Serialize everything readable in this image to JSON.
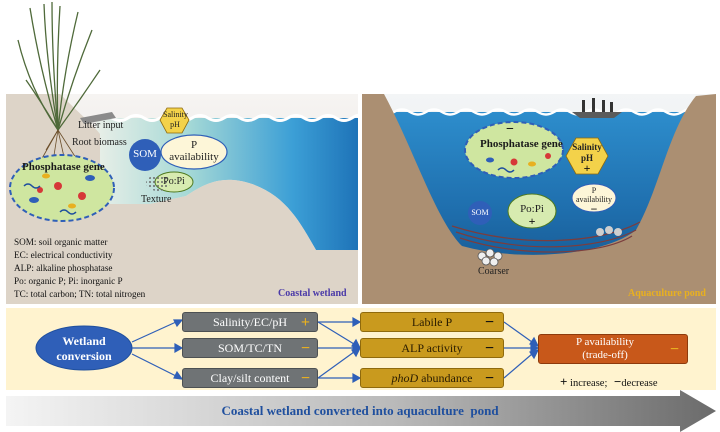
{
  "left_panel": {
    "label": "Coastal wetland",
    "litter_input": "Litter input",
    "root_biomass": "Root biomass",
    "salinity": "Salinity",
    "ph": "pH",
    "som": "SOM",
    "p_availability": [
      "P",
      "availability"
    ],
    "phosphatase_gene": "Phosphatase gene",
    "po_pi": "Po:Pi",
    "texture": "Texture",
    "abbreviations": [
      "SOM: soil organic matter",
      "EC: electrical conductivity",
      "ALP: alkaline phosphatase",
      "Po: organic P; Pi: inorganic P",
      "TC: total carbon; TN: total nitrogen"
    ]
  },
  "right_panel": {
    "label": "Aquaculture pond",
    "phosphatase_gene": "Phosphatase gene",
    "phosphatase_sign": "−",
    "salinity": "Salinity",
    "ph": "pH",
    "salinity_sign": "+",
    "som": "SOM",
    "po_pi": "Po:Pi",
    "po_pi_sign": "+",
    "p_availability": [
      "P",
      "availability"
    ],
    "p_sign": "−",
    "coarser": "Coarser"
  },
  "flow": {
    "start": [
      "Wetland",
      "conversion"
    ],
    "factors": [
      {
        "label": "Salinity/EC/pH",
        "sign": "+"
      },
      {
        "label": "SOM/TC/TN",
        "sign": "−"
      },
      {
        "label": "Clay/silt content",
        "sign": "−"
      }
    ],
    "mediators": [
      {
        "label": "Labile P",
        "sign": "−"
      },
      {
        "label": "ALP activity",
        "sign": "−"
      },
      {
        "label_italic": "phoD",
        "label_rest": " abundance",
        "sign": "−"
      }
    ],
    "outcome": {
      "lines": [
        "P availability",
        "(trade-off)"
      ],
      "sign": "−"
    },
    "legend": {
      "plus": "+",
      "plus_text": "increase;",
      "minus": "−",
      "minus_text": "decrease"
    }
  },
  "bottom_arrow": {
    "label": "Coastal wetland converted into aquaculture  pond"
  },
  "colors": {
    "accent_yellow": "#e8b020",
    "ellipse_blue": "#2f5fb8",
    "gray_box": "#6f7375",
    "gold_box": "#c99a1e",
    "outcome_orange": "#c8581a",
    "arrow_text": "#1f4f9e"
  }
}
